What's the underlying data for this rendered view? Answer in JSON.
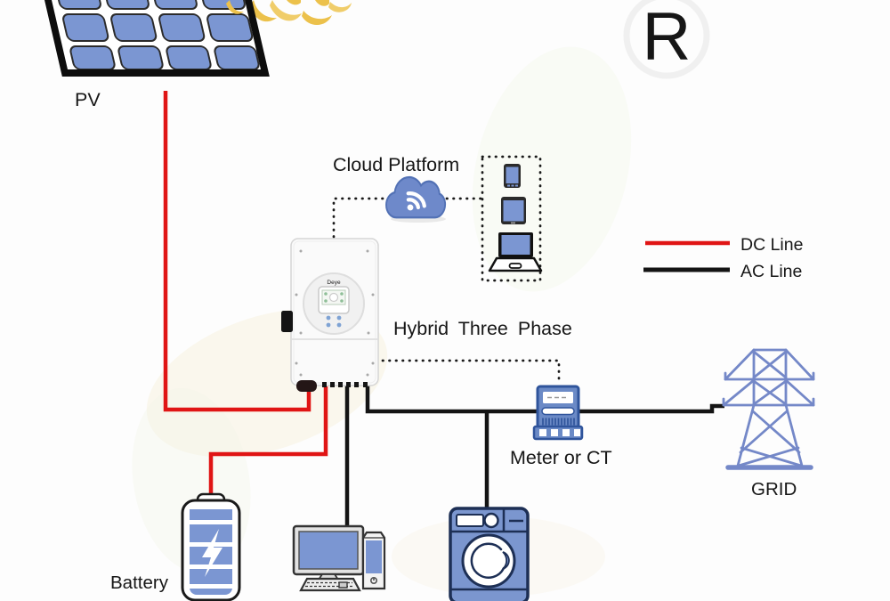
{
  "labels": {
    "pv": "PV",
    "cloud_platform": "Cloud Platform",
    "inverter": "Hybrid Three Phase",
    "inverter_brand": "Deye",
    "meter": "Meter or CT",
    "grid": "GRID",
    "battery": "Battery"
  },
  "legend": {
    "items": [
      {
        "label": "DC Line",
        "color": "#e01515"
      },
      {
        "label": "AC Line",
        "color": "#141414"
      }
    ]
  },
  "watermark": {
    "registered_mark": "R"
  },
  "colors": {
    "dc_line": "#e01515",
    "ac_line": "#141414",
    "device_blue": "#7b96d2",
    "outline_navy": "#1d2f55",
    "cloud_blue": "#6e89ca",
    "meter_blue": "#6b8ac6",
    "tower_blue": "#7488c8",
    "sun_yellow": "#ecc14b",
    "dotted_line": "#1a1a1a"
  },
  "icons": [
    "sun-icon",
    "solar-panel-icon",
    "cloud-icon",
    "wifi-icon",
    "phone-icon",
    "tablet-icon",
    "laptop-icon",
    "inverter-icon",
    "meter-icon",
    "grid-tower-icon",
    "battery-icon",
    "lightning-icon",
    "desktop-computer-icon",
    "washing-machine-icon",
    "registered-trademark-icon"
  ]
}
